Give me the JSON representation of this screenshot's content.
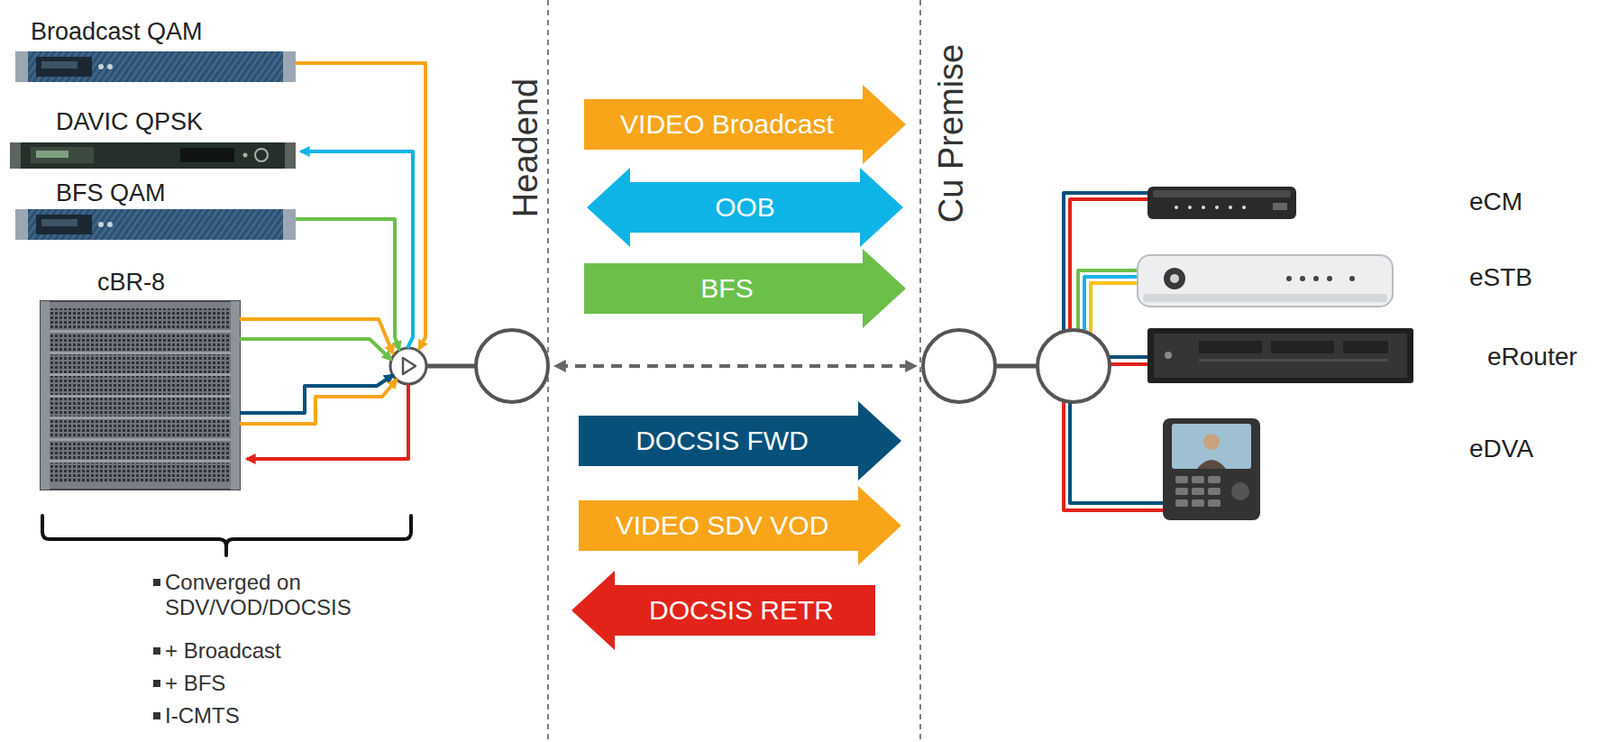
{
  "diagram": {
    "nodes": [
      {
        "text": [
          "Broadcast QAM"
        ]
      },
      {
        "text": [
          "DAVIC QPSK"
        ]
      },
      {
        "text": [
          "BFS QAM"
        ]
      },
      {
        "text": [
          "cBR-8"
        ]
      },
      {
        "text": [
          "VIDEO Broadcast"
        ]
      },
      {
        "text": [
          "OOB"
        ]
      },
      {
        "text": [
          "BFS"
        ]
      },
      {
        "text": [
          "DOCSIS FWD"
        ]
      },
      {
        "text": [
          "VIDEO SDV VOD"
        ]
      },
      {
        "text": [
          "DOCSIS RETR"
        ]
      },
      {
        "text": [
          "eCM"
        ]
      },
      {
        "text": [
          "eSTB"
        ]
      },
      {
        "text": [
          "eRouter"
        ]
      },
      {
        "text": [
          "eDVA"
        ]
      }
    ],
    "labels": [
      "Headend",
      "Cu Premise",
      "Converged on SDV/VOD/DOCSIS",
      "+ Broadcast",
      "+ BFS",
      "I-CMTS"
    ]
  }
}
